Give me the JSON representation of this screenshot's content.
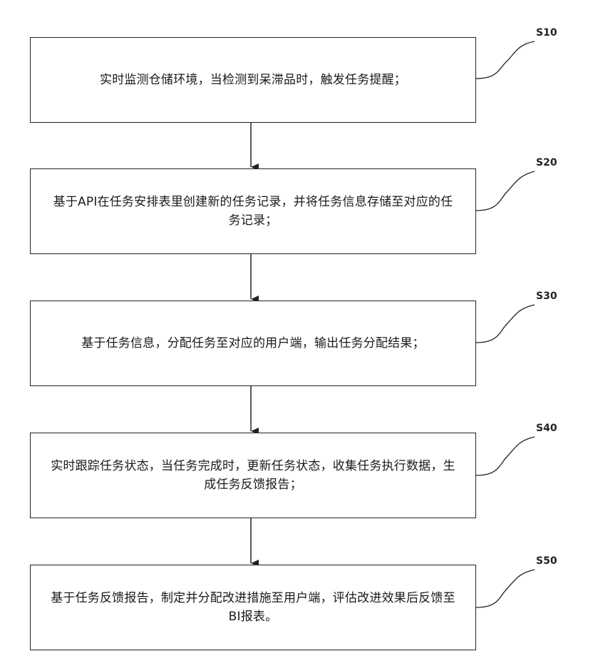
{
  "steps": [
    {
      "id": "S10",
      "text": "实时监测仓储环境，当检测到呆滞品时，触发任务提醒；"
    },
    {
      "id": "S20",
      "text": "基于API在任务安排表里创建新的任务记录，并将任务信息存储至对应的任务记录；"
    },
    {
      "id": "S30",
      "text": "基于任务信息，分配任务至对应的用户端，输出任务分配结果；"
    },
    {
      "id": "S40",
      "text": "实时跟踪任务状态，当任务完成时，更新任务状态，收集任务执行数据，生成任务反馈报告；"
    },
    {
      "id": "S50",
      "text": "基于任务反馈报告，制定并分配改进措施至用户端，评估改进效果后反馈至BI报表。"
    }
  ]
}
